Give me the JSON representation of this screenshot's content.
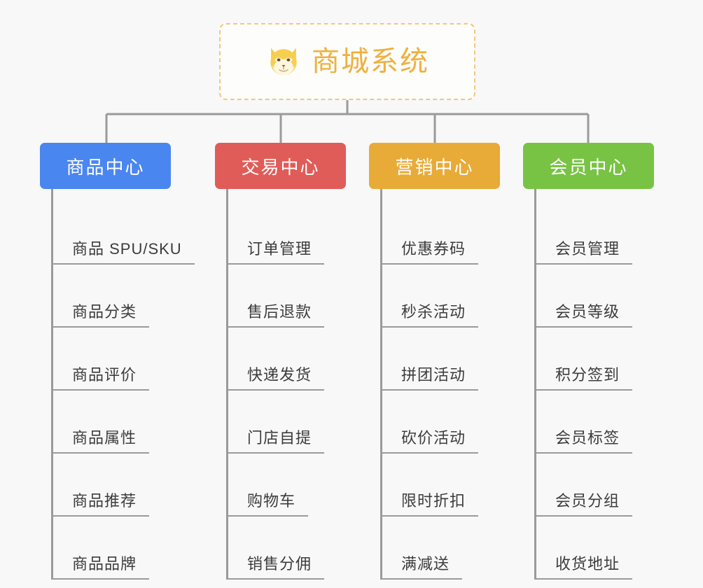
{
  "root": {
    "title": "商城系统",
    "icon": "shiba-dog-face-icon",
    "border_color": "#f5c877",
    "text_color": "#efb03e",
    "background": "#fdfdfc"
  },
  "canvas": {
    "background": "#f8f8f8",
    "connector_color": "#9a9a9a"
  },
  "categories": [
    {
      "label": "商品中心",
      "color": "#4a86f0",
      "items": [
        "商品 SPU/SKU",
        "商品分类",
        "商品评价",
        "商品属性",
        "商品推荐",
        "商品品牌"
      ]
    },
    {
      "label": "交易中心",
      "color": "#e05c59",
      "items": [
        "订单管理",
        "售后退款",
        "快递发货",
        "门店自提",
        "购物车",
        "销售分佣"
      ]
    },
    {
      "label": "营销中心",
      "color": "#e8ab38",
      "items": [
        "优惠券码",
        "秒杀活动",
        "拼团活动",
        "砍价活动",
        "限时折扣",
        "满减送"
      ]
    },
    {
      "label": "会员中心",
      "color": "#78c344",
      "items": [
        "会员管理",
        "会员等级",
        "积分签到",
        "会员标签",
        "会员分组",
        "收货地址"
      ]
    }
  ]
}
